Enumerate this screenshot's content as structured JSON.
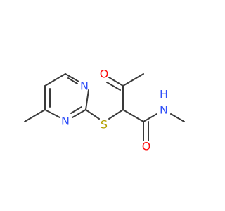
{
  "colors": {
    "bond": "#3a3a3a",
    "nitrogen": "#3050f8",
    "oxygen": "#ff0d0d",
    "sulfur": "#b2a000",
    "background": "#ffffff"
  },
  "atoms": {
    "n1": "N",
    "n2": "N",
    "s": "S",
    "o1": "O",
    "o2": "O",
    "nh": "N",
    "h": "H"
  }
}
